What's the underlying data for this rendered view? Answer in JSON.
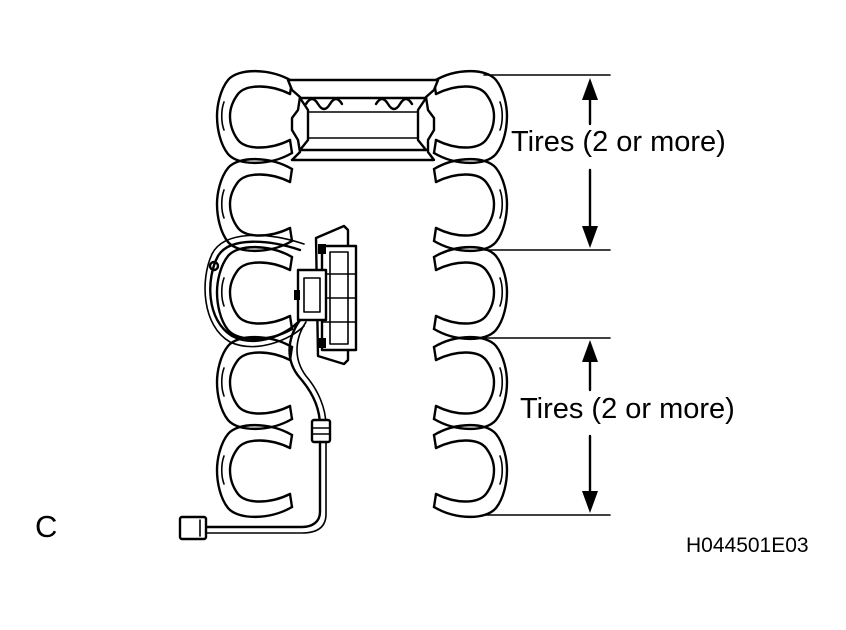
{
  "labels": {
    "upper_dimension": "Tires (2 or more)",
    "lower_dimension": "Tires (2 or more)",
    "corner_letter": "C",
    "figure_code": "H044501E03"
  },
  "colors": {
    "line": "#000000",
    "background": "#ffffff"
  },
  "icons": {
    "left_stack": "tire-stack-icon",
    "right_stack": "tire-stack-icon",
    "wheel": "wheel-rim-icon",
    "tester": "tester-unit-icon",
    "connector": "connector-plug-icon"
  }
}
